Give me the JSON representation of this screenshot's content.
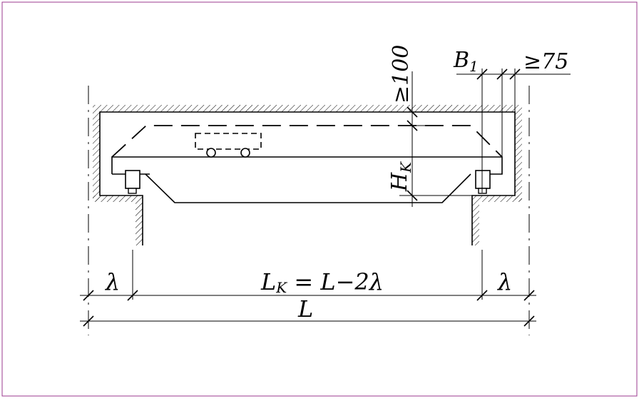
{
  "labels": {
    "min_gap_top": "≥100",
    "b1": "B",
    "b1_sub": "1",
    "min_gap_side": "≥75",
    "crane_height": "H",
    "crane_height_sub": "K",
    "span_crane": "L",
    "span_crane_sub": "K",
    "span_crane_formula": " = L−2λ",
    "lambda_left": "λ",
    "lambda_right": "λ",
    "span_total": "L"
  },
  "colors": {
    "frame": "#9b3a8f",
    "line": "#000000"
  }
}
